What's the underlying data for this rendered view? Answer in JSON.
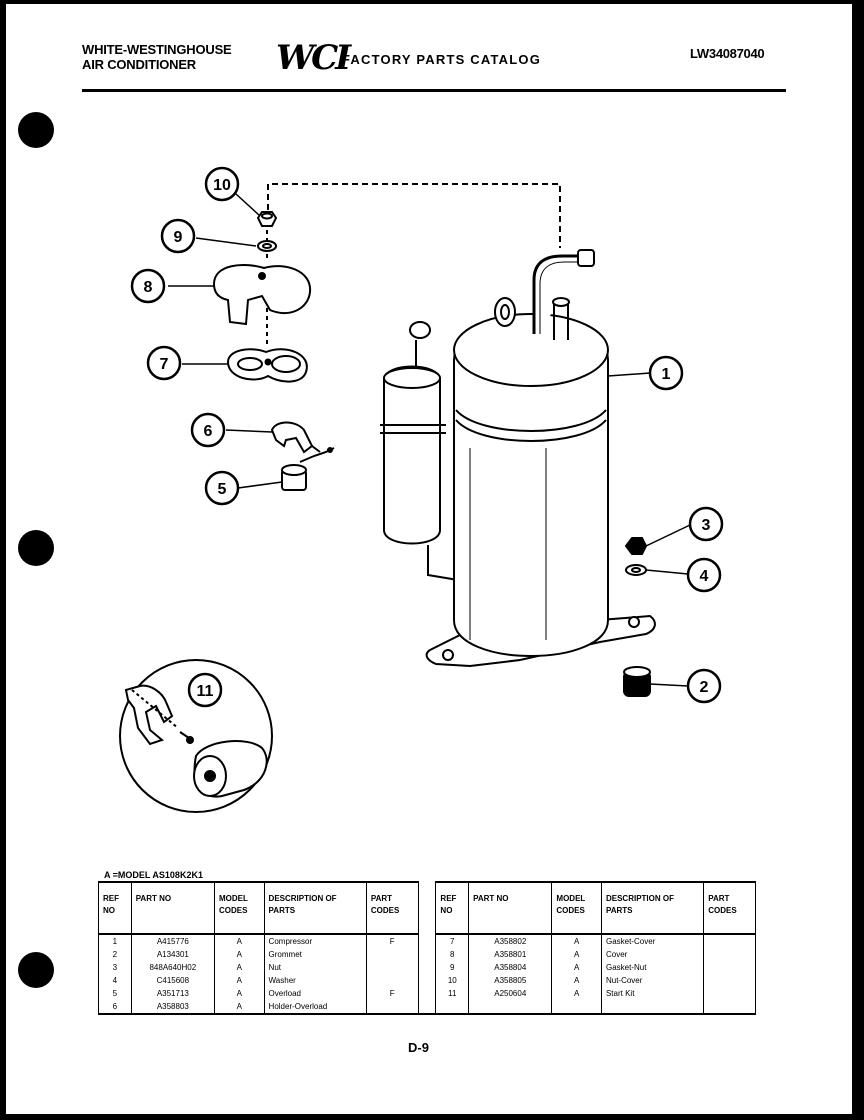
{
  "header": {
    "brand_line1": "WHITE-WESTINGHOUSE",
    "brand_line2": "AIR CONDITIONER",
    "logo": "WCI",
    "catalog_title": "FACTORY PARTS CATALOG",
    "catalog_code": "LW34087040"
  },
  "diagram": {
    "callouts": [
      "1",
      "2",
      "3",
      "4",
      "5",
      "6",
      "7",
      "8",
      "9",
      "10",
      "11"
    ]
  },
  "table": {
    "model_note": "A  =MODEL AS108K2K1",
    "headers": [
      "REF NO",
      "PART NO",
      "MODEL CODES",
      "DESCRIPTION OF PARTS",
      "PART CODES"
    ],
    "left_rows": [
      {
        "ref": "1",
        "part": "A415776",
        "model": "A",
        "desc": "Compressor",
        "code": "F"
      },
      {
        "ref": "2",
        "part": "A134301",
        "model": "A",
        "desc": "Grommet",
        "code": ""
      },
      {
        "ref": "3",
        "part": "848A640H02",
        "model": "A",
        "desc": "Nut",
        "code": ""
      },
      {
        "ref": "4",
        "part": "C415608",
        "model": "A",
        "desc": "Washer",
        "code": ""
      },
      {
        "ref": "5",
        "part": "A351713",
        "model": "A",
        "desc": "Overload",
        "code": "F"
      },
      {
        "ref": "6",
        "part": "A358803",
        "model": "A",
        "desc": "Holder-Overload",
        "code": ""
      }
    ],
    "right_rows": [
      {
        "ref": "7",
        "part": "A358802",
        "model": "A",
        "desc": "Gasket-Cover",
        "code": ""
      },
      {
        "ref": "8",
        "part": "A358801",
        "model": "A",
        "desc": "Cover",
        "code": ""
      },
      {
        "ref": "9",
        "part": "A358804",
        "model": "A",
        "desc": "Gasket-Nut",
        "code": ""
      },
      {
        "ref": "10",
        "part": "A358805",
        "model": "A",
        "desc": "Nut-Cover",
        "code": ""
      },
      {
        "ref": "11",
        "part": "A250604",
        "model": "A",
        "desc": "Start Kit",
        "code": ""
      }
    ]
  },
  "footer": {
    "page": "D-9"
  }
}
